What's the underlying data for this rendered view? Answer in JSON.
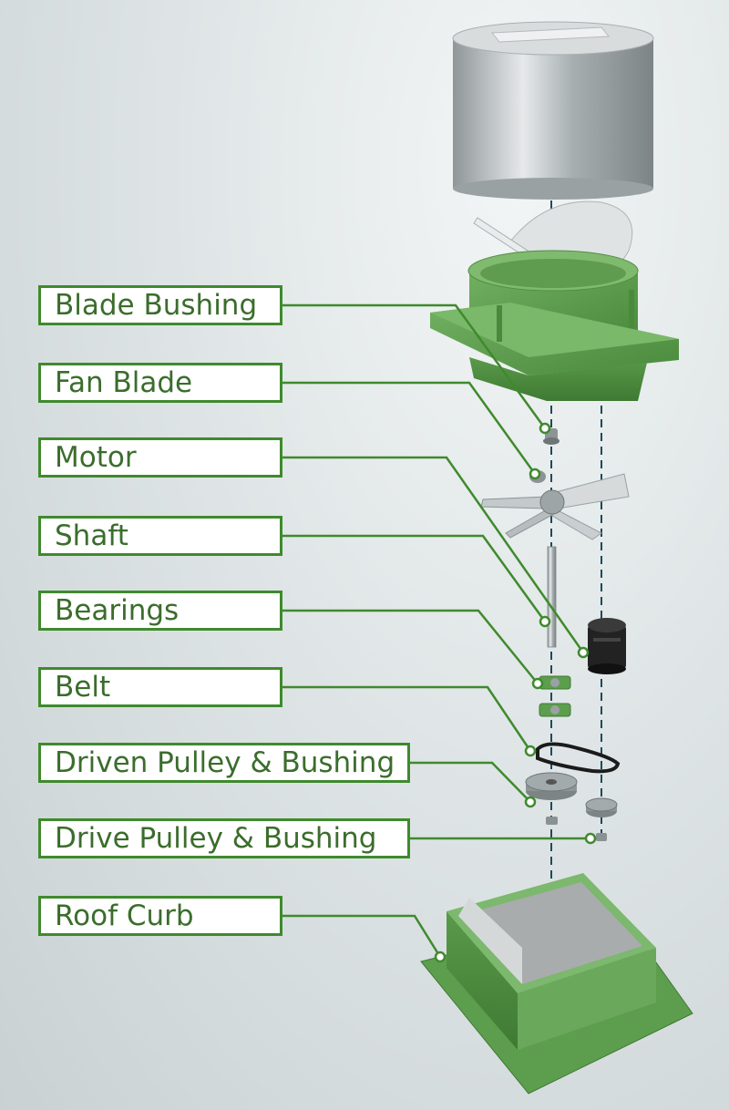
{
  "diagram": {
    "labels": [
      {
        "id": "blade-bushing",
        "text": "Blade Bushing"
      },
      {
        "id": "fan-blade",
        "text": "Fan Blade"
      },
      {
        "id": "motor",
        "text": "Motor"
      },
      {
        "id": "shaft",
        "text": "Shaft"
      },
      {
        "id": "bearings",
        "text": "Bearings"
      },
      {
        "id": "belt",
        "text": "Belt"
      },
      {
        "id": "driven-pulley",
        "text": "Driven Pulley & Bushing"
      },
      {
        "id": "drive-pulley",
        "text": "Drive Pulley & Bushing"
      },
      {
        "id": "roof-curb",
        "text": "Roof Curb"
      }
    ]
  },
  "colors": {
    "accent": "#3f8a2d",
    "label_text": "#3b6d2c",
    "housing_green": "#5c9e4e",
    "steel": "#b8bec0"
  }
}
